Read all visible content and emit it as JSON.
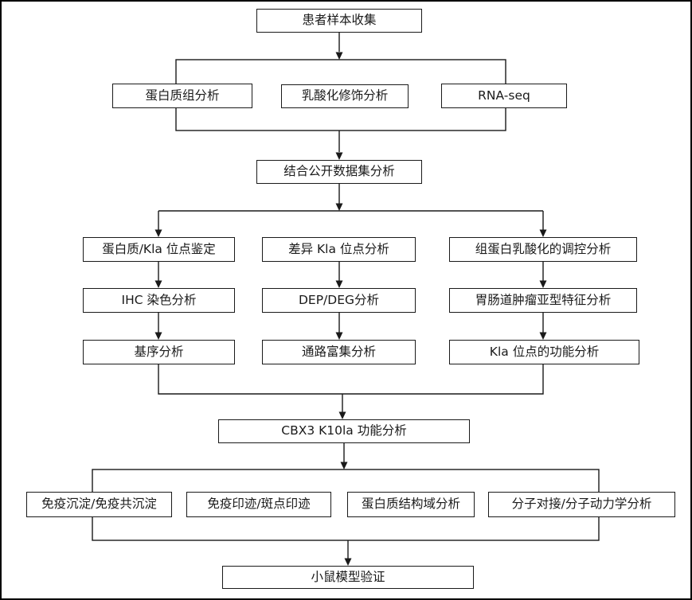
{
  "colors": {
    "line": "#1a1a1a",
    "box_border": "#1a1a1a",
    "box_fill": "#ffffff",
    "page_background": "#ffffff",
    "frame_border": "#000000"
  },
  "diagram": {
    "type": "flowchart",
    "nodes": {
      "patient": "患者样本收集",
      "proteomics": "蛋白质组分析",
      "lactylation": "乳酸化修饰分析",
      "rnaseq": "RNA-seq",
      "combine": "结合公开数据集分析",
      "kla_site_id": "蛋白质/Kla 位点鉴定",
      "diff_kla": "差异 Kla 位点分析",
      "histone_reg": "组蛋白乳酸化的调控分析",
      "ihc": "IHC 染色分析",
      "dep_deg": "DEP/DEG分析",
      "gi_subtype": "胃肠道肿瘤亚型特征分析",
      "motif": "基序分析",
      "pathway": "通路富集分析",
      "kla_function": "Kla 位点的功能分析",
      "cbx3": "CBX3 K10la 功能分析",
      "ip": "免疫沉淀/免疫共沉淀",
      "wb": "免疫印迹/斑点印迹",
      "domain": "蛋白质结构域分析",
      "docking": "分子对接/分子动力学分析",
      "mouse": "小鼠模型验证"
    }
  }
}
